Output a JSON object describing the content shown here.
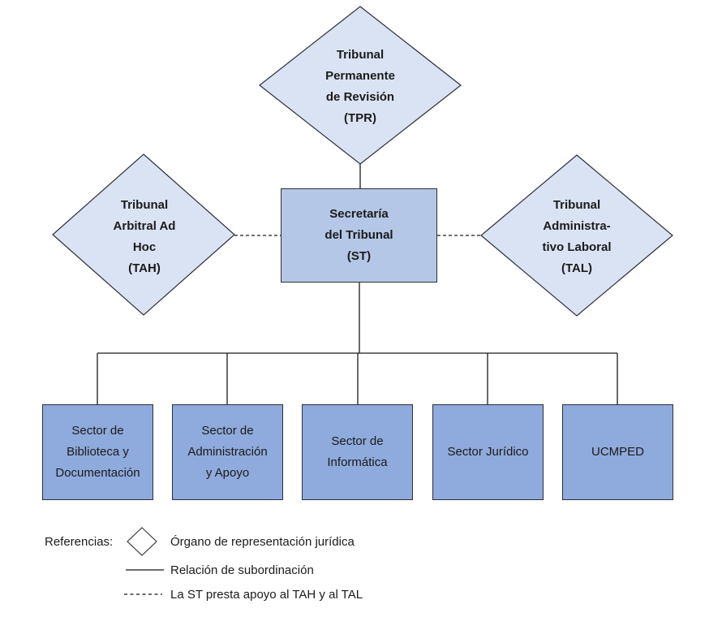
{
  "colors": {
    "diamond_fill": "#dae3f3",
    "st_fill": "#b4c7e7",
    "sector_fill": "#8faadc",
    "shape_border": "#2e2e38",
    "line": "#1a1a1a",
    "text": "#1b1b1b"
  },
  "nodes": {
    "tpr": {
      "label": "Tribunal\nPermanente\nde Revisión\n(TPR)"
    },
    "tah": {
      "label": "Tribunal\nArbitral Ad\nHoc\n(TAH)"
    },
    "tal": {
      "label": "Tribunal\nAdministra-\ntivo Laboral\n(TAL)"
    },
    "st": {
      "label": "Secretaría\ndel Tribunal\n(ST)"
    },
    "sectors": [
      {
        "label": "Sector de\nBiblioteca y\nDocumentación"
      },
      {
        "label": "Sector de\nAdministración\ny Apoyo"
      },
      {
        "label": "Sector de\nInformática"
      },
      {
        "label": "Sector Jurídico"
      },
      {
        "label": "UCMPED"
      }
    ]
  },
  "legend": {
    "title": "Referencias:",
    "items": [
      {
        "symbol": "diamond-outline",
        "label": "Órgano de representación jurídica"
      },
      {
        "symbol": "solid-line",
        "label": "Relación de subordinación"
      },
      {
        "symbol": "dashed-line",
        "label": "La ST presta apoyo al TAH y al TAL"
      }
    ]
  }
}
